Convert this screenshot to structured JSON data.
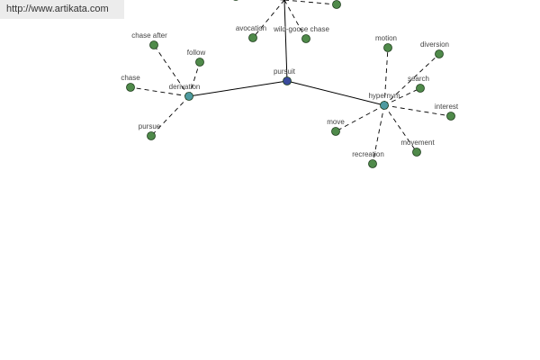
{
  "source_url": "http://www.artikata.com",
  "colors": {
    "center": "#3a4a9c",
    "hub": "#4e9aa0",
    "leaf": "#4f8a4a",
    "node_stroke": "#1d3d1b"
  },
  "graph": {
    "center": {
      "label": "pursuit"
    },
    "hubs": [
      {
        "id": "derivation",
        "label": "derivation",
        "children": [
          "chase after",
          "follow",
          "chase",
          "pursue"
        ]
      },
      {
        "id": "hypernym",
        "label": "hypernym",
        "children": [
          "motion",
          "diversion",
          "search",
          "interest",
          "move",
          "movement",
          "recreation"
        ]
      },
      {
        "id": "top",
        "label": "",
        "children": [
          "avocation",
          "wild-goose chase"
        ]
      }
    ]
  }
}
